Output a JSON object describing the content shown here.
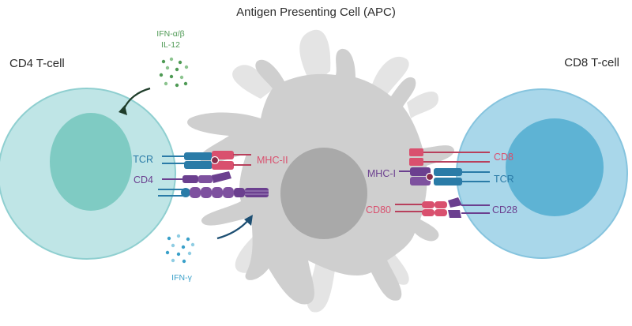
{
  "title": "Antigen Presenting Cell (APC)",
  "cd4_cell": {
    "label": "CD4 T-cell"
  },
  "cd8_cell": {
    "label": "CD8 T-cell"
  },
  "cytokines_top": {
    "line1": "IFN-α/β",
    "line2": "IL-12"
  },
  "cytokines_bottom": {
    "label": "IFN-γ"
  },
  "molecules": {
    "tcr_left": "TCR",
    "cd4": "CD4",
    "mhc_ii": "MHC-II",
    "cd8": "CD8",
    "mhc_i": "MHC-I",
    "tcr_right": "TCR",
    "cd80": "CD80",
    "cd28": "CD28"
  },
  "colors": {
    "cd4_cell": "#bfe5e6",
    "cd4_nucleus": "#7fcbc3",
    "cd8_cell": "#a9d7ea",
    "cd8_nucleus": "#5eb3d4",
    "apc_body": "#cfcfcf",
    "apc_nucleus": "#a9a9a9",
    "tcr_blue": "#2a7ba7",
    "cd4_purple": "#6b3f8f",
    "mhc_pink": "#d9506e",
    "cytokine_green": "#4f9a55",
    "cytokine_blue": "#3aa0c9"
  }
}
